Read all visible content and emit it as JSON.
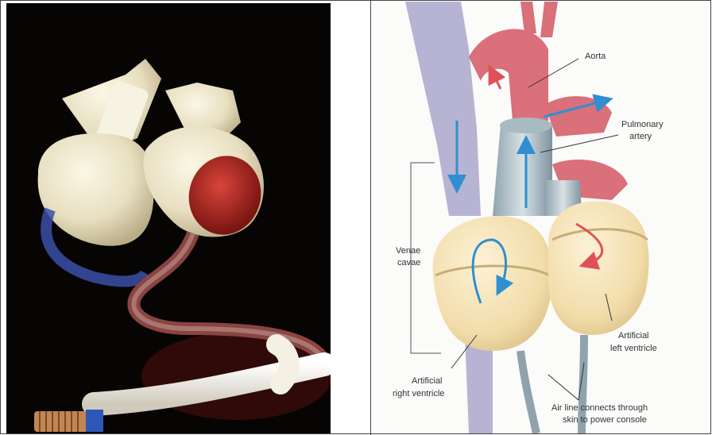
{
  "labels": {
    "aorta": "Aorta",
    "pulmonary_artery_line1": "Pulmonary",
    "pulmonary_artery_line2": "artery",
    "venae_cavae_line1": "Venae",
    "venae_cavae_line2": "cavae",
    "left_ventricle_line1": "Artificial",
    "left_ventricle_line2": "left ventricle",
    "right_ventricle_line1": "Artificial",
    "right_ventricle_line2": "right ventricle",
    "air_line_line1": "Air line connects through",
    "air_line_line2": "skin to power console"
  },
  "colors": {
    "photo_background": "#070404",
    "device_shell": "#ece6cf",
    "blood_red": "#b8312b",
    "tube_blue": "#3a4fa8",
    "vessel_red": "#d9707a",
    "vein_purple": "#b7b3d2",
    "ventricle_tan": "#f4e2b8",
    "flow_arrow_blue": "#2f8fd0",
    "flow_arrow_red": "#e0505a"
  }
}
